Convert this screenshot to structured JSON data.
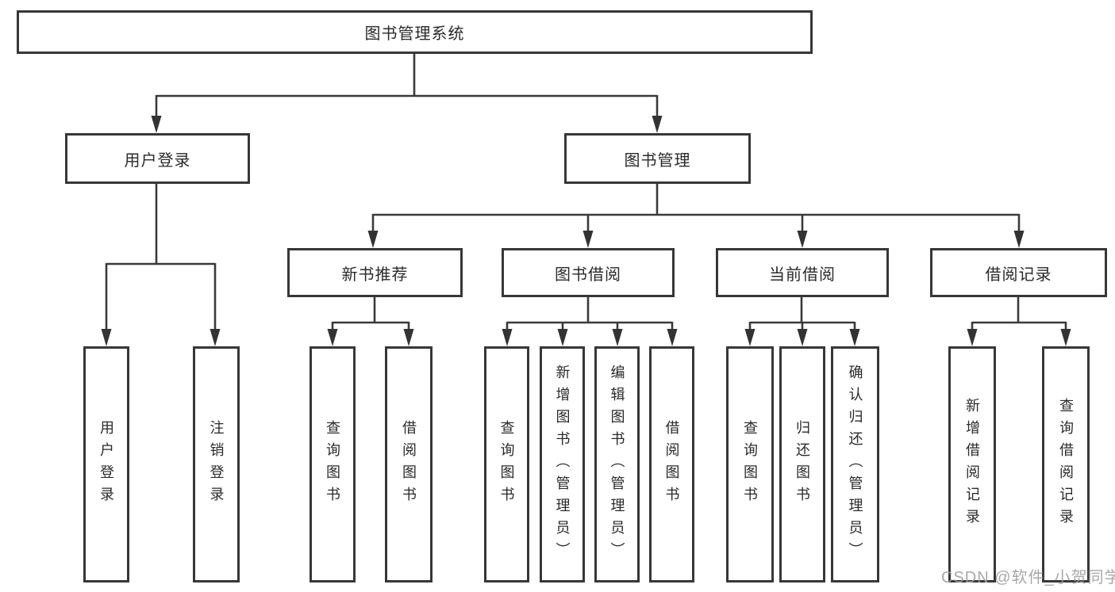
{
  "diagram": {
    "root": {
      "label": "图书管理系统"
    },
    "user_login": {
      "label": "用户登录",
      "children": [
        {
          "label": "用户登录"
        },
        {
          "label": "注销登录"
        }
      ]
    },
    "book_management": {
      "label": "图书管理",
      "sections": [
        {
          "label": "新书推荐",
          "children": [
            {
              "label": "查询图书"
            },
            {
              "label": "借阅图书"
            }
          ]
        },
        {
          "label": "图书借阅",
          "children": [
            {
              "label": "查询图书"
            },
            {
              "label": "新增图书（管理员）"
            },
            {
              "label": "编辑图书（管理员）"
            },
            {
              "label": "借阅图书"
            }
          ]
        },
        {
          "label": "当前借阅",
          "children": [
            {
              "label": "查询图书"
            },
            {
              "label": "归还图书"
            },
            {
              "label": "确认归还（管理员）"
            }
          ]
        },
        {
          "label": "借阅记录",
          "children": [
            {
              "label": "新增借阅记录"
            },
            {
              "label": "查询借阅记录"
            }
          ]
        }
      ]
    }
  },
  "watermark": {
    "text": "CSDN @软件_小贺同学"
  },
  "colors": {
    "line": "#3a3a3a",
    "border": "#373737",
    "text": "#2a2a2a",
    "watermark": "#9e9e9e"
  }
}
